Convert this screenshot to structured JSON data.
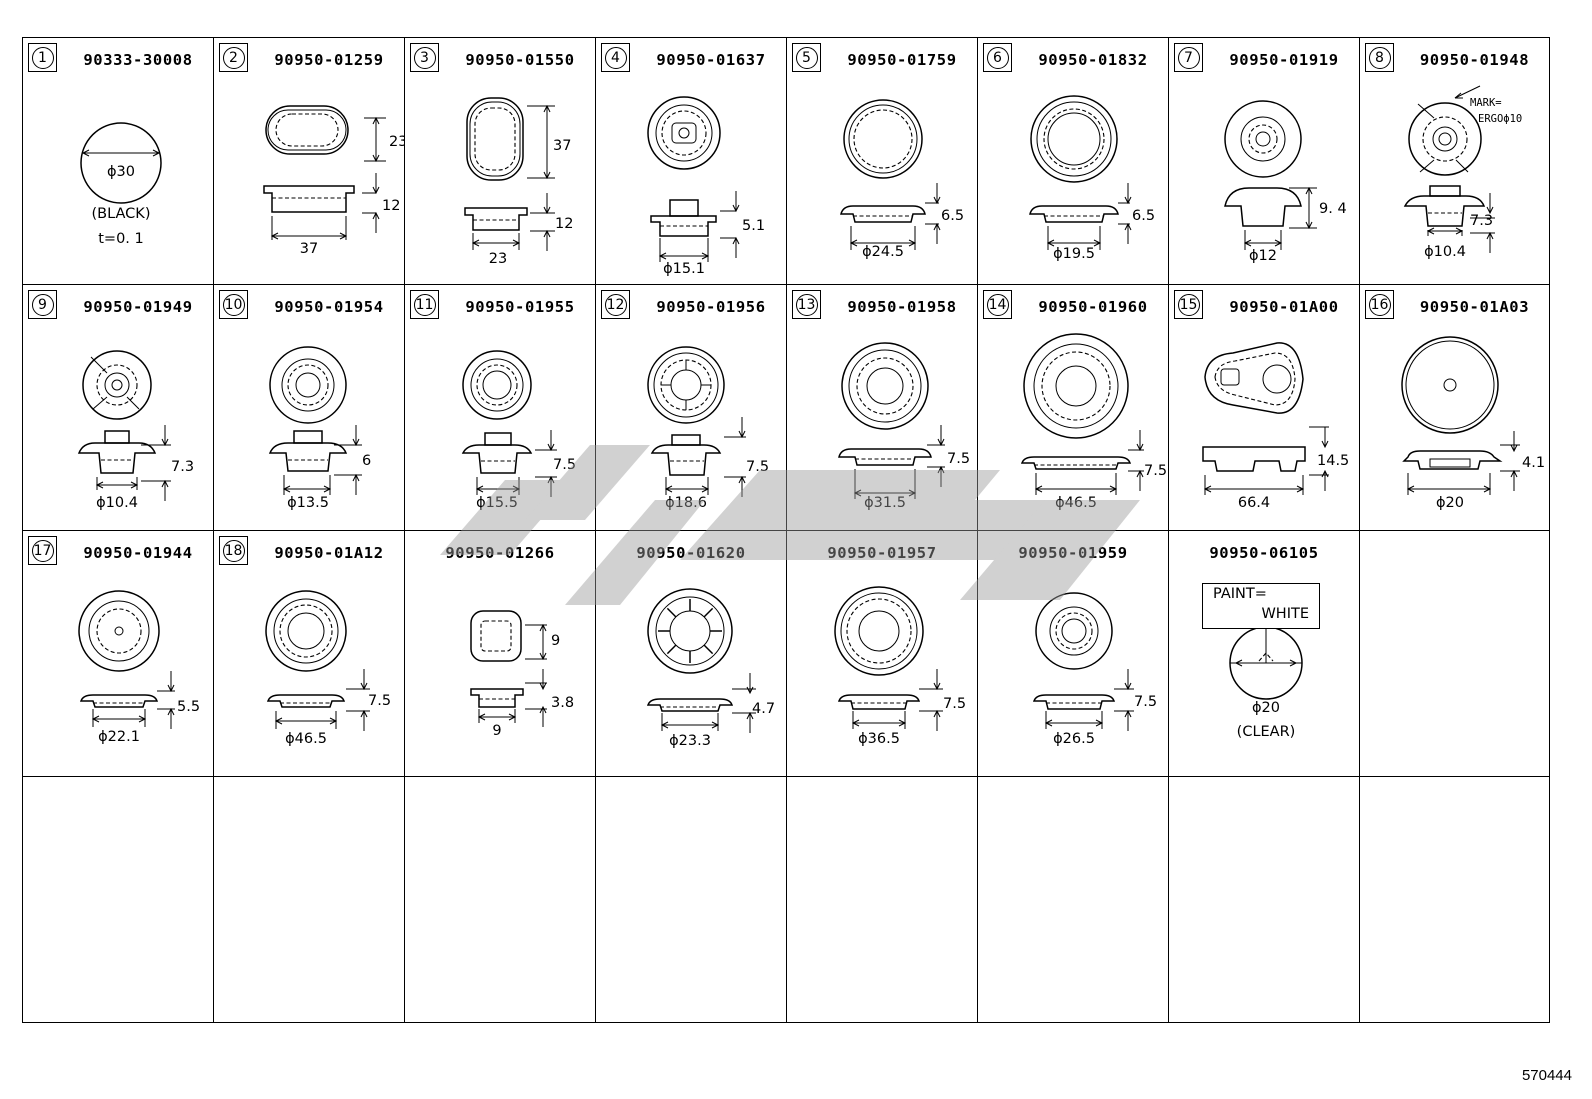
{
  "parts": [
    {
      "index": "1",
      "part_no": "90333-30008",
      "dims": [
        "ϕ30",
        "(BLACK)",
        "t=0. 1"
      ]
    },
    {
      "index": "2",
      "part_no": "90950-01259",
      "dims": [
        "23",
        "12",
        "37"
      ]
    },
    {
      "index": "3",
      "part_no": "90950-01550",
      "dims": [
        "37",
        "12",
        "23"
      ]
    },
    {
      "index": "4",
      "part_no": "90950-01637",
      "dims": [
        "5.1",
        "ϕ15.1"
      ]
    },
    {
      "index": "5",
      "part_no": "90950-01759",
      "dims": [
        "6.5",
        "ϕ24.5"
      ]
    },
    {
      "index": "6",
      "part_no": "90950-01832",
      "dims": [
        "6.5",
        "ϕ19.5"
      ]
    },
    {
      "index": "7",
      "part_no": "90950-01919",
      "dims": [
        "9. 4",
        "ϕ12"
      ]
    },
    {
      "index": "8",
      "part_no": "90950-01948",
      "dims": [
        "MARK=",
        "ERGOϕ10",
        "7.3",
        "ϕ10.4"
      ]
    },
    {
      "index": "9",
      "part_no": "90950-01949",
      "dims": [
        "7.3",
        "ϕ10.4"
      ]
    },
    {
      "index": "10",
      "part_no": "90950-01954",
      "dims": [
        "6",
        "ϕ13.5"
      ]
    },
    {
      "index": "11",
      "part_no": "90950-01955",
      "dims": [
        "7.5",
        "ϕ15.5"
      ]
    },
    {
      "index": "12",
      "part_no": "90950-01956",
      "dims": [
        "7.5",
        "ϕ18.6"
      ]
    },
    {
      "index": "13",
      "part_no": "90950-01958",
      "dims": [
        "7.5",
        "ϕ31.5"
      ]
    },
    {
      "index": "14",
      "part_no": "90950-01960",
      "dims": [
        "7.5",
        "ϕ46.5"
      ]
    },
    {
      "index": "15",
      "part_no": "90950-01A00",
      "dims": [
        "14.5",
        "66.4"
      ]
    },
    {
      "index": "16",
      "part_no": "90950-01A03",
      "dims": [
        "4.1",
        "ϕ20"
      ]
    },
    {
      "index": "17",
      "part_no": "90950-01944",
      "dims": [
        "5.5",
        "ϕ22.1"
      ]
    },
    {
      "index": "18",
      "part_no": "90950-01A12",
      "dims": [
        "7.5",
        "ϕ46.5"
      ]
    },
    {
      "index": "",
      "part_no": "90950-01266",
      "dims": [
        "9",
        "3.8",
        "9"
      ]
    },
    {
      "index": "",
      "part_no": "90950-01620",
      "dims": [
        "4.7",
        "ϕ23.3"
      ]
    },
    {
      "index": "",
      "part_no": "90950-01957",
      "dims": [
        "7.5",
        "ϕ36.5"
      ]
    },
    {
      "index": "",
      "part_no": "90950-01959",
      "dims": [
        "7.5",
        "ϕ26.5"
      ]
    },
    {
      "index": "",
      "part_no": "90950-06105",
      "dims": [
        "PAINT=",
        "WHITE",
        "ϕ20",
        "(CLEAR)"
      ]
    }
  ],
  "figure_code": "570444"
}
